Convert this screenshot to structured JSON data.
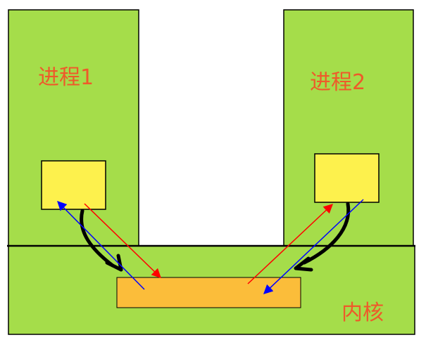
{
  "process1": {
    "label": "进程1"
  },
  "process2": {
    "label": "进程2"
  },
  "kernel": {
    "label": "内核"
  },
  "colors": {
    "background": "#ffffff",
    "region_fill": "#a5dd4a",
    "border": "#000000",
    "user_buffer_fill": "#fdf14d",
    "kernel_buffer_fill": "#fbbd3a",
    "label_text": "#ee5a2a",
    "arrow_red": "#ff0000",
    "arrow_blue": "#0000ff",
    "arrow_black": "#000000"
  }
}
